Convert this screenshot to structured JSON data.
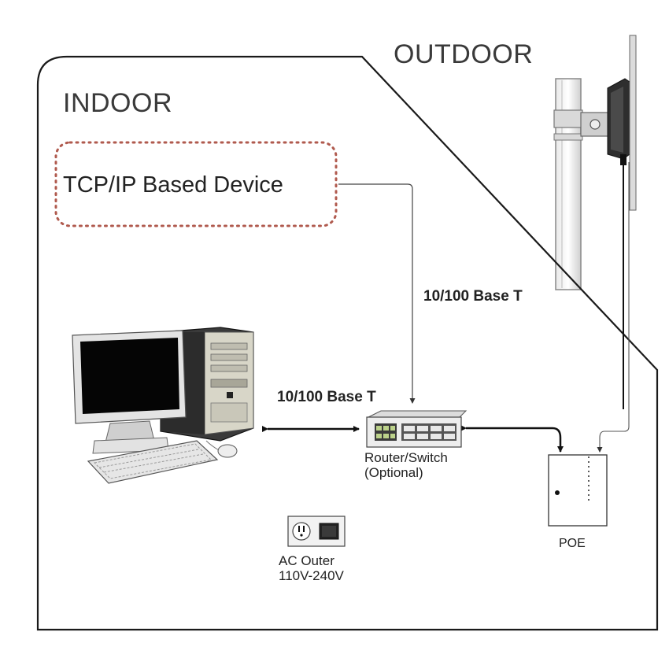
{
  "zones": {
    "indoor": "INDOOR",
    "outdoor": "OUTDOOR"
  },
  "devices": {
    "tcp_device": "TCP/IP Based Device",
    "router_line1": "Router/Switch",
    "router_line2": "(Optional)",
    "poe": "POE",
    "ac_line1": "AC Outer",
    "ac_line2": "110V-240V"
  },
  "links": {
    "vertical_link": "10/100 Base T",
    "pc_link": "10/100 Base T"
  },
  "icons": [
    "computer-icon",
    "router-switch-icon",
    "poe-injector-icon",
    "ac-outlet-icon",
    "pole-antenna-icon"
  ],
  "colors": {
    "outline": "#1a1a1a",
    "dotted_box": "#b05a4e"
  }
}
